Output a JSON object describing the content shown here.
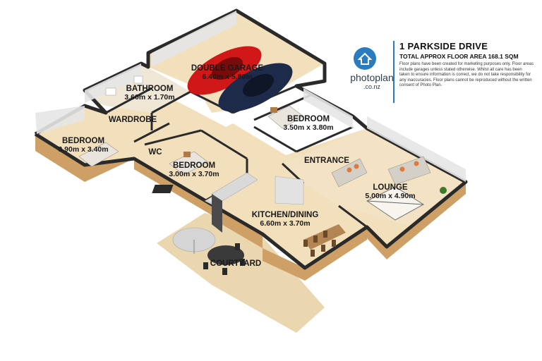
{
  "brand": {
    "name": "photoplan",
    "domain": ".co.nz",
    "logo_icon": "house-circle-icon",
    "accent_color": "#2b7bc0"
  },
  "property": {
    "address": "1 PARKSIDE DRIVE",
    "floor_area": "TOTAL APPROX FLOOR AREA 168.1 SQM",
    "disclaimer": "Floor plans have been created for marketing purposes only. Floor areas include garages unless stated otherwise. Whilst all care has been taken to ensure information is correct, we do not take responsibility for any inaccuracies. Floor plans cannot be reproduced without the written consent of Photo Plan."
  },
  "rooms": {
    "garage": {
      "name": "DOUBLE GARAGE",
      "dims": "6.40m x 5.80m"
    },
    "bathroom": {
      "name": "BATHROOM",
      "dims": "3.60m x 1.70m"
    },
    "wardrobe": {
      "name": "WARDROBE"
    },
    "bedroom_left": {
      "name": "BEDROOM",
      "dims": "3.90m x 3.40m"
    },
    "wc": {
      "name": "WC"
    },
    "bedroom_mid": {
      "name": "BEDROOM",
      "dims": "3.00m x 3.70m"
    },
    "bedroom_right": {
      "name": "BEDROOM",
      "dims": "3.50m x 3.80m"
    },
    "entrance": {
      "name": "ENTRANCE"
    },
    "lounge": {
      "name": "LOUNGE",
      "dims": "5.00m x 4.90m"
    },
    "kitchen": {
      "name": "KITCHEN/DINING",
      "dims": "6.60m x 3.70m"
    },
    "courtyard": {
      "name": "COURTYARD"
    }
  },
  "colors": {
    "floor": "#f2e0bd",
    "wall_top": "#2a2a2a",
    "brick": "#cfa066",
    "interior_wall": "#e6e6e6",
    "courtyard": "#ead7b0",
    "car_red": "#d01818",
    "car_navy": "#1e2a4a"
  }
}
